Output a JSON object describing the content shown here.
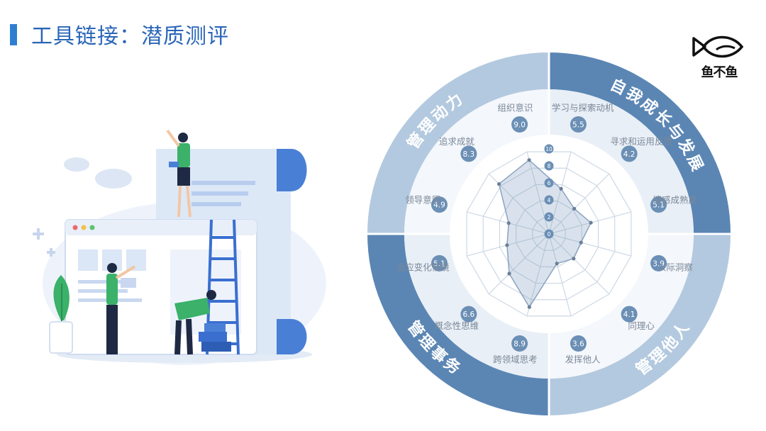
{
  "header": {
    "title": "工具链接：潜质测评"
  },
  "logo": {
    "text": "鱼不鱼"
  },
  "colors": {
    "accent": "#2f7fd0",
    "ring_dark": "#5b86b4",
    "ring_light": "#b3c9df",
    "bubble": "#6b8fb5",
    "label": "#7a8899"
  },
  "chart_data": {
    "type": "radar",
    "title": "",
    "rmax": 10,
    "radial_ticks": [
      "0",
      "2",
      "4",
      "6",
      "8",
      "10"
    ],
    "sectors": [
      {
        "name": "自我成长与发展",
        "start_deg": 0,
        "end_deg": 90
      },
      {
        "name": "管理他人",
        "start_deg": 90,
        "end_deg": 180
      },
      {
        "name": "管理事务",
        "start_deg": 180,
        "end_deg": 270
      },
      {
        "name": "管理动力",
        "start_deg": 270,
        "end_deg": 360
      }
    ],
    "axes": [
      {
        "label": "学习与探索动机",
        "value": 5.5,
        "group": "自我成长与发展"
      },
      {
        "label": "寻求和运用反馈",
        "value": 4.2,
        "group": "自我成长与发展"
      },
      {
        "label": "情感成熟度",
        "value": 5.1,
        "group": "自我成长与发展"
      },
      {
        "label": "人际洞察",
        "value": 3.9,
        "group": "管理他人"
      },
      {
        "label": "同理心",
        "value": 4.1,
        "group": "管理他人"
      },
      {
        "label": "发挥他人",
        "value": 3.6,
        "group": "管理他人"
      },
      {
        "label": "跨领域思考",
        "value": 8.9,
        "group": "管理事务"
      },
      {
        "label": "概念性思维",
        "value": 6.6,
        "group": "管理事务"
      },
      {
        "label": "适应变化情境",
        "value": 5.1,
        "group": "管理事务"
      },
      {
        "label": "领导意愿",
        "value": 4.9,
        "group": "管理动力"
      },
      {
        "label": "追求成就",
        "value": 8.3,
        "group": "管理动力"
      },
      {
        "label": "组织意识",
        "value": 9.0,
        "group": "管理动力"
      }
    ]
  }
}
